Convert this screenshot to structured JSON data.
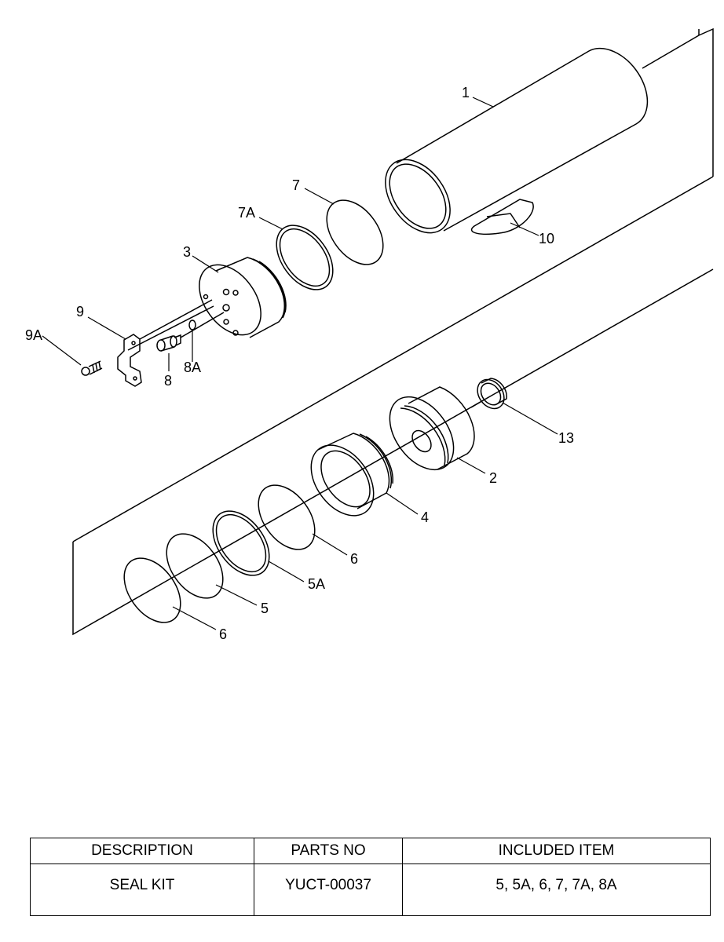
{
  "callouts": {
    "c1": "1",
    "c2": "2",
    "c3": "3",
    "c4": "4",
    "c5": "5",
    "c5a": "5A",
    "c6a": "6",
    "c6b": "6",
    "c7": "7",
    "c7a": "7A",
    "c8": "8",
    "c8a": "8A",
    "c9": "9",
    "c9a": "9A",
    "c10": "10",
    "c13": "13"
  },
  "table": {
    "headers": {
      "description": "DESCRIPTION",
      "parts_no": "PARTS NO",
      "included_item": "INCLUDED ITEM"
    },
    "rows": [
      {
        "description": "SEAL KIT",
        "parts_no": "YUCT-00037",
        "included_item": "5, 5A, 6, 7, 7A, 8A"
      }
    ]
  }
}
